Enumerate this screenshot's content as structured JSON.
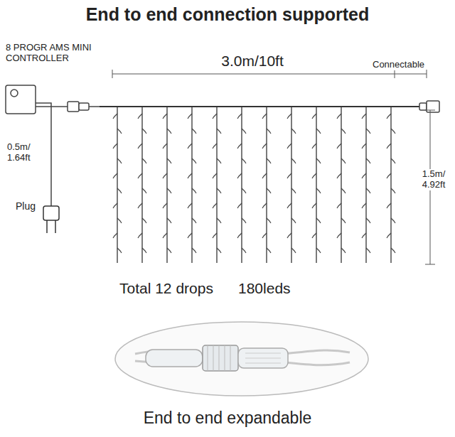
{
  "diagram": {
    "title": "End to end connection supported",
    "caption": "End to end expandable",
    "labels": [
      "8 PROGR AMS MINI CONTROLLER",
      "3.0m/10ft",
      "Connectable",
      "0.5m/ 1.64ft",
      "Plug",
      "1.5m/ 4.92ft",
      "Total 12 drops",
      "180leds"
    ]
  }
}
